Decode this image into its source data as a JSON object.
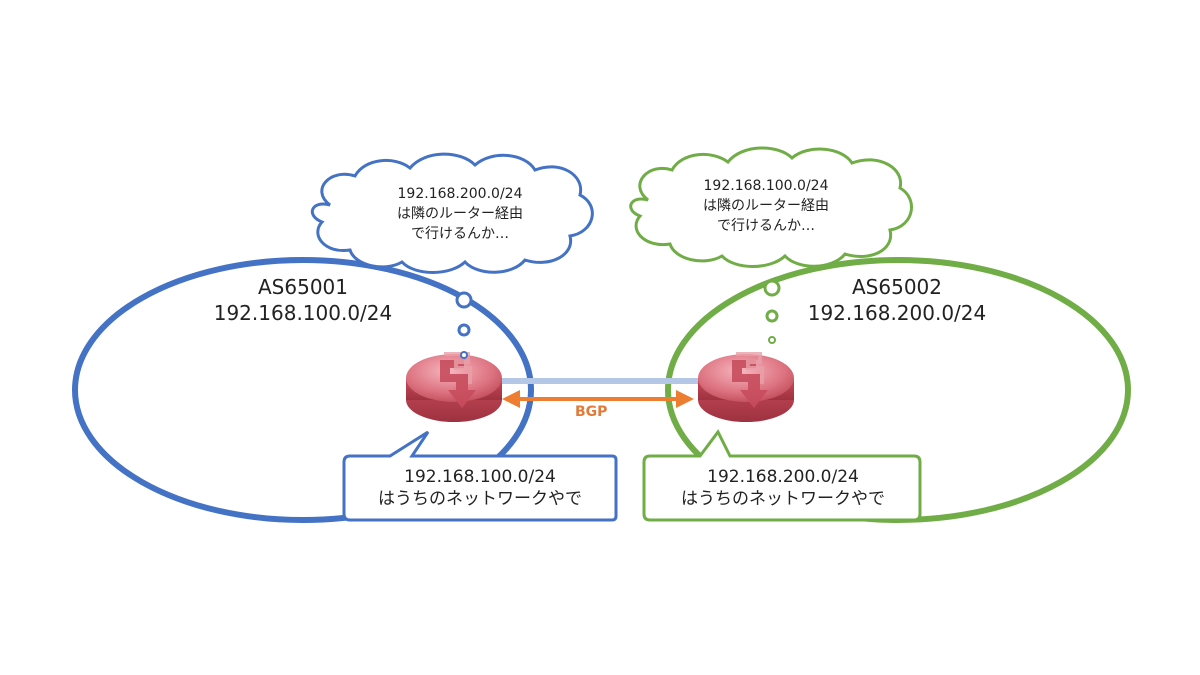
{
  "as_left": {
    "name": "AS65001",
    "network": "192.168.100.0/24",
    "color": "#4472c4"
  },
  "as_right": {
    "name": "AS65002",
    "network": "192.168.200.0/24",
    "color": "#70ad47"
  },
  "router_icon": "router-icon",
  "router_color": "#d65a6a",
  "link": {
    "line_color": "#b4c7e7",
    "arrow_color": "#ed7d31",
    "label": "BGP"
  },
  "thought_left": {
    "line1": "192.168.200.0/24",
    "line2": "は隣のルーター経由",
    "line3": "で行けるんか…"
  },
  "thought_right": {
    "line1": "192.168.100.0/24",
    "line2": "は隣のルーター経由",
    "line3": "で行けるんか…"
  },
  "callout_left": {
    "line1": "192.168.100.0/24",
    "line2": "はうちのネットワークやで"
  },
  "callout_right": {
    "line1": "192.168.200.0/24",
    "line2": "はうちのネットワークやで"
  }
}
